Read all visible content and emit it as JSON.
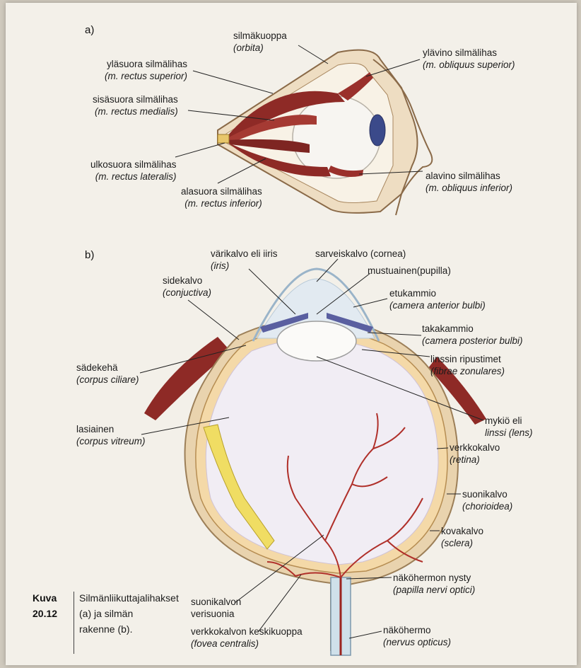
{
  "panels": {
    "a": "a)",
    "b": "b)"
  },
  "labels_a": [
    {
      "id": "silmakuoppa",
      "main": "silmäkuoppa",
      "latin": "(orbita)"
    },
    {
      "id": "ylasuora",
      "main": "yläsuora silmälihas",
      "latin": "(m. rectus superior)"
    },
    {
      "id": "sisasuora",
      "main": "sisäsuora silmälihas",
      "latin": "(m. rectus medialis)"
    },
    {
      "id": "ulkosuora",
      "main": "ulkosuora silmälihas",
      "latin": "(m. rectus lateralis)"
    },
    {
      "id": "alasuora",
      "main": "alasuora silmälihas",
      "latin": "(m. rectus inferior)"
    },
    {
      "id": "ylavino",
      "main": "ylävino silmälihas",
      "latin": "(m. obliquus superior)"
    },
    {
      "id": "alavino",
      "main": "alavino silmälihas",
      "latin": "(m. obliquus inferior)"
    }
  ],
  "labels_b": [
    {
      "id": "varikalvo",
      "main": "värikalvo eli iiris",
      "latin": "(iris)"
    },
    {
      "id": "sarveiskalvo",
      "main": "sarveiskalvo (cornea)",
      "latin": ""
    },
    {
      "id": "mustuainen",
      "main": "mustuainen(pupilla)",
      "latin": ""
    },
    {
      "id": "sidekalvo",
      "main": "sidekalvo",
      "latin": "(conjuctiva)"
    },
    {
      "id": "etukammio",
      "main": "etukammio",
      "latin": "(camera anterior bulbi)"
    },
    {
      "id": "takakammio",
      "main": "takakammio",
      "latin": "(camera posterior bulbi)"
    },
    {
      "id": "linssin",
      "main": "linssin ripustimet",
      "latin": "(fibrae zonulares)"
    },
    {
      "id": "sadekeha",
      "main": "sädekehä",
      "latin": "(corpus ciliare)"
    },
    {
      "id": "lasiainen",
      "main": "lasiainen",
      "latin": "(corpus vitreum)"
    },
    {
      "id": "mykio",
      "main": "mykiö eli",
      "latin": "linssi (lens)"
    },
    {
      "id": "verkkokalvo",
      "main": "verkkokalvo",
      "latin": "(retina)"
    },
    {
      "id": "suonikalvo",
      "main": "suonikalvo",
      "latin": "(chorioidea)"
    },
    {
      "id": "kovakalvo",
      "main": "kovakalvo",
      "latin": "(sclera)"
    },
    {
      "id": "nakohermon_nysty",
      "main": "näköhermon nysty",
      "latin": "(papilla nervi optici)"
    },
    {
      "id": "suonikalvon_verisuonia",
      "main": "suonikalvon",
      "latin": "verisuonia"
    },
    {
      "id": "nakohermo",
      "main": "näköhermo",
      "latin": "(nervus opticus)"
    },
    {
      "id": "verkkokalvon_keskikuoppa",
      "main": "verkkokalvon keskikuoppa",
      "latin": "(fovea centralis)"
    }
  ],
  "caption": {
    "keyword": "Kuva 20.12",
    "text": "Silmänliikuttajalihakset (a) ja silmän rakenne (b)."
  },
  "colors": {
    "paper": "#f3f0e9",
    "muscle": "#8e2a26",
    "bone": "#eeddc2",
    "sclera": "#e9d3ae",
    "retina": "#f4d9a8",
    "vessel": "#b0302a",
    "iris": "#5a5fa0"
  }
}
